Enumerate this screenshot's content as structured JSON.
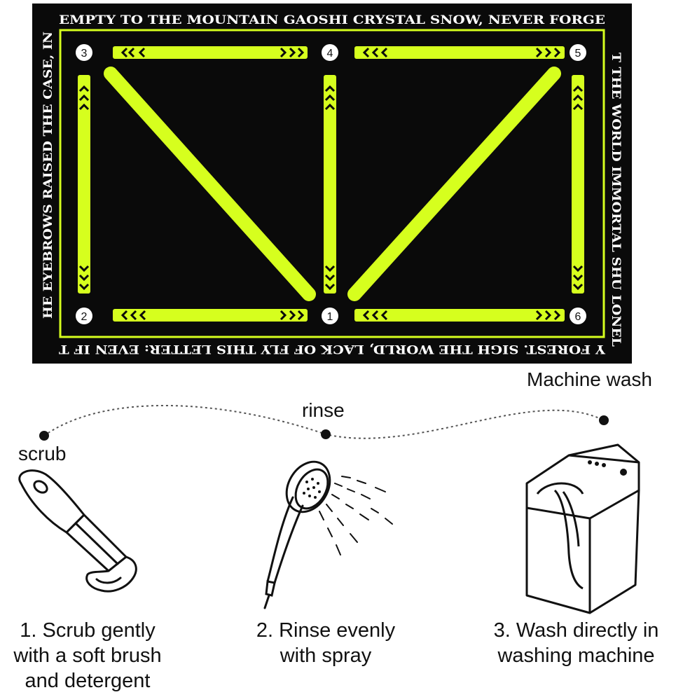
{
  "mat": {
    "background_color": "#0a0a0a",
    "accent_color": "#d6ff1e",
    "border_text": {
      "top": "EMPTY TO THE MOUNTAIN GAOSHI CRYSTAL SNOW, NEVER FORGE",
      "right": "T THE WORLD IMMORTAL SHU LONEL",
      "bottom": "Y FOREST. SIGH THE WORLD, LACK OF FLY THIS LETTER: EVEN IF T",
      "left": "HE EYEBROWS RAISED THE CASE, IN"
    },
    "corner_numbers": [
      "1",
      "2",
      "3",
      "4",
      "5",
      "6"
    ]
  },
  "route": {
    "stop_labels": [
      "scrub",
      "rinse",
      "Machine wash"
    ]
  },
  "steps": [
    {
      "lines": [
        "1. Scrub gently",
        "with a soft brush",
        "and detergent"
      ],
      "icon": "brush-icon"
    },
    {
      "lines": [
        "2. Rinse evenly",
        "with spray"
      ],
      "icon": "shower-head-icon"
    },
    {
      "lines": [
        "3. Wash directly in",
        "washing machine"
      ],
      "icon": "washing-machine-icon"
    }
  ]
}
